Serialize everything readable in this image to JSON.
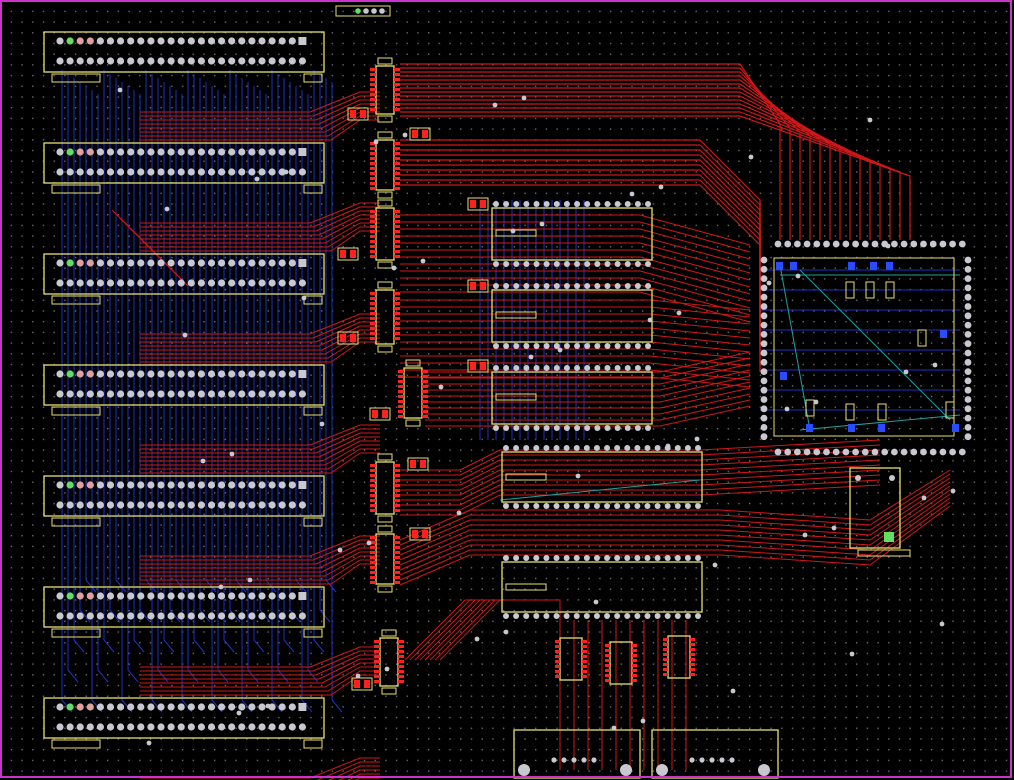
{
  "view": "pcb-layout",
  "colors": {
    "background": "#000000",
    "grid_dot": "#6a6a6a",
    "board_outline": "#cc33cc",
    "top_copper": "#d01818",
    "bottom_copper": "#2030c8",
    "silkscreen": "#e8e070",
    "smd_pad_top": "#ff2020",
    "smd_pad_bottom": "#2a4cff",
    "through_hole": "#c8c8d0",
    "pin1_marker": "#60e060",
    "ratsnest": "#20a0a0"
  },
  "component_groups": [
    {
      "name": "edge-connectors",
      "count": 7,
      "pins_per_row": 25,
      "rows": 2
    },
    {
      "name": "buffer-ics",
      "count": 8
    },
    {
      "name": "dip-ics",
      "count": 5
    },
    {
      "name": "plcc-package",
      "count": 1
    },
    {
      "name": "sub-d-connectors",
      "count": 2
    }
  ],
  "icons": {
    "ratsnest": "airwire-line",
    "via": "via-dot",
    "pin1": "pin1-marker-icon"
  }
}
